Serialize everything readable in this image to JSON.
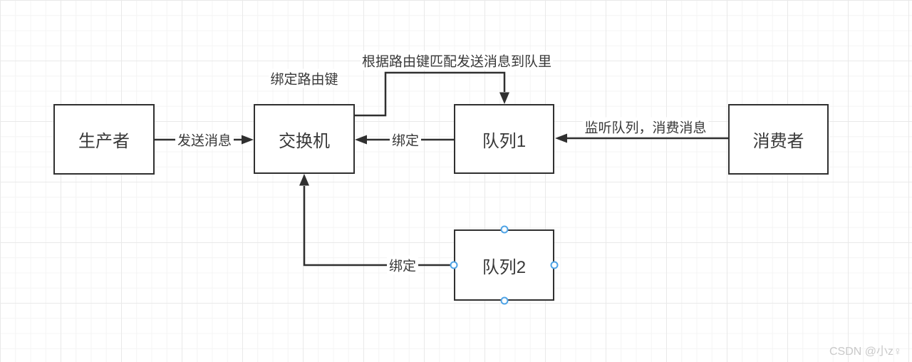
{
  "diagram": {
    "nodes": {
      "producer": {
        "label": "生产者"
      },
      "exchange": {
        "label": "交换机"
      },
      "queue1": {
        "label": "队列1"
      },
      "queue2": {
        "label": "队列2"
      },
      "consumer": {
        "label": "消费者"
      }
    },
    "edges": {
      "send": {
        "label": "发送消息",
        "from": "producer",
        "to": "exchange"
      },
      "bind_queue1": {
        "label": "绑定",
        "from": "queue1",
        "to": "exchange"
      },
      "bind_queue2": {
        "label": "绑定",
        "from": "queue2",
        "to": "exchange"
      },
      "route": {
        "label": "根据路由键匹配发送消息到队里",
        "from": "exchange",
        "to": "queue1"
      },
      "listen": {
        "label": "监听队列，消费消息",
        "from": "consumer",
        "to": "queue1"
      }
    },
    "annotations": {
      "bind_routing_key": "绑定路由键"
    },
    "colors": {
      "line": "#303030",
      "connection_point": "#4ea3e6",
      "node_fill": "#ffffff",
      "grid_minor": "#f4f4f4",
      "grid_major": "#e9e9e9"
    }
  },
  "watermark": {
    "text": "CSDN @小z♀"
  }
}
